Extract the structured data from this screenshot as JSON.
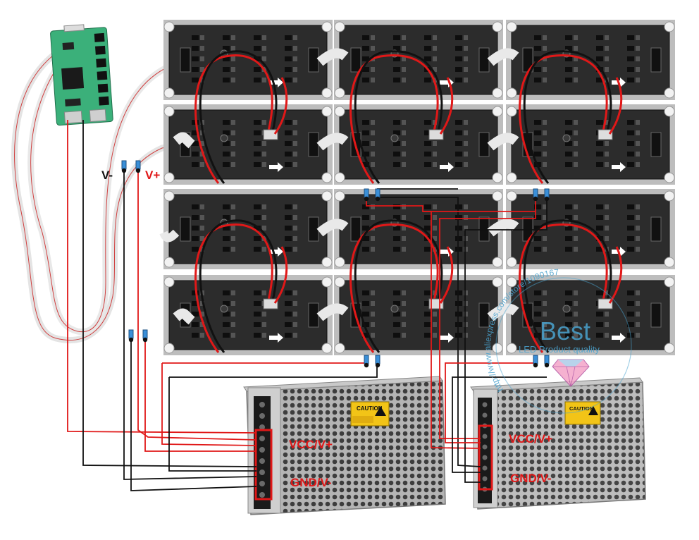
{
  "labels": {
    "v_minus": "V-",
    "v_plus": "V+",
    "vcc_left": "VCC/V+",
    "gnd_left": "GND/V-",
    "vcc_right": "VCC/V+",
    "gnd_right": "GND/V-",
    "caution_left": "CAUTION",
    "caution_right": "CAUTION"
  },
  "watermark": {
    "title": "Best",
    "subtitle": "LED Product quality",
    "ring_text": "http://www.aliexpress.com/store/1090167"
  },
  "colors": {
    "positive_wire": "#e01818",
    "negative_wire": "#111111",
    "ribbon_cable": "#e9e9e9",
    "panel_body": "#2c2c2c",
    "controller_pcb": "#3bb07a",
    "psu_body": "#a9a9a9",
    "label_red": "#e01818",
    "watermark_blue": "#4aa3cf"
  },
  "layout": {
    "panel_grid": {
      "rows": 4,
      "cols": 3
    },
    "power_supplies": 2
  }
}
